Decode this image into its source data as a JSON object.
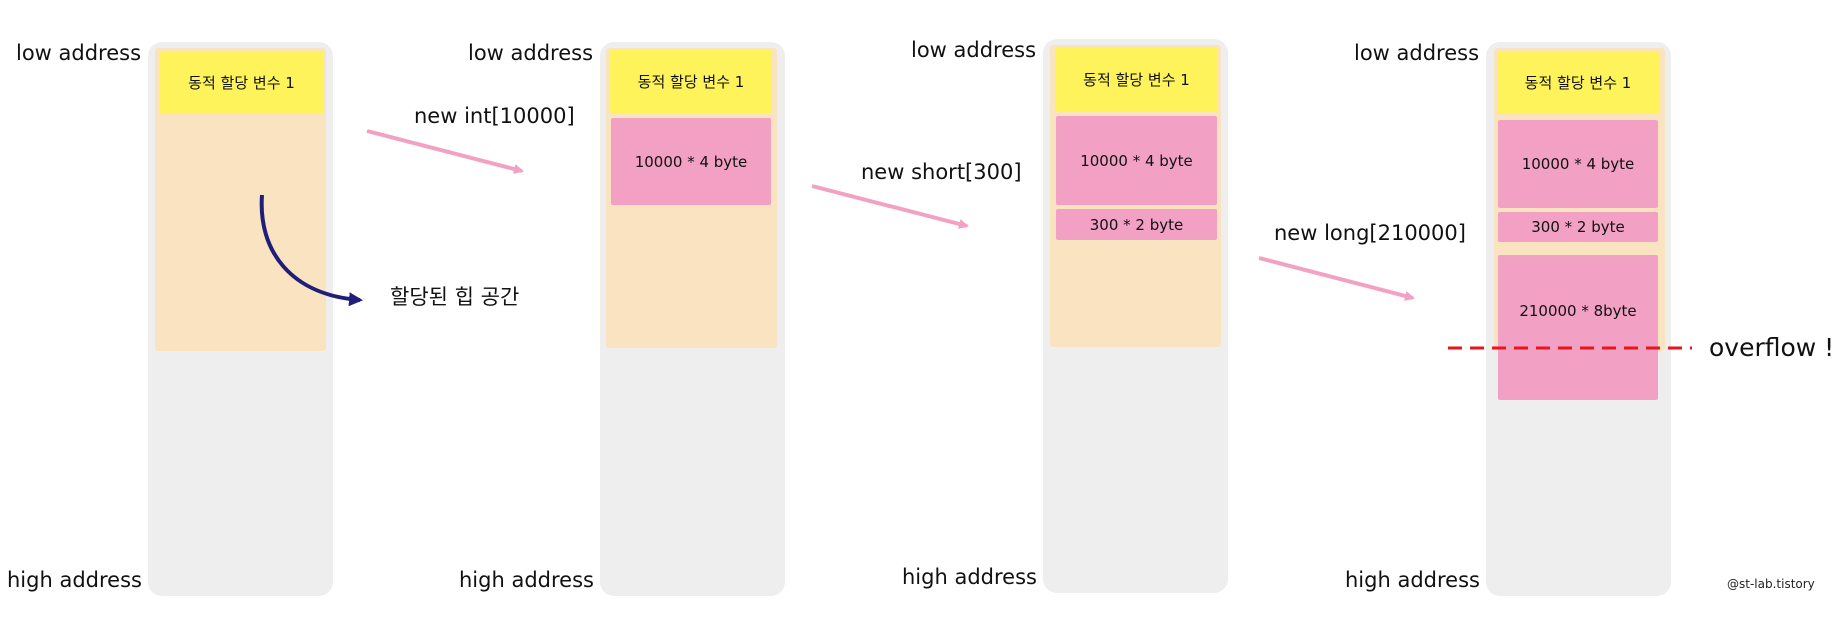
{
  "labels": {
    "low_address": "low address",
    "high_address": "high address",
    "variable": "동적 할당 변수 1",
    "heap_space": "할당된 힙 공간"
  },
  "operations": [
    "new int[10000]",
    "new short[300]",
    "new long[210000]"
  ],
  "blocks": {
    "int_alloc": "10000 * 4 byte",
    "short_alloc": "300 * 2 byte",
    "long_alloc": "210000 * 8byte"
  },
  "overflow_text": "overflow !",
  "credit": "@st-lab.tistory",
  "colors": {
    "memory_column": "#eeeeee",
    "heap_area": "#fae3c1",
    "variable_block": "#fef35b",
    "allocated_block": "#f2a0c4",
    "arrow_pink": "#f2a0c4",
    "arrow_navy": "#1f1f7a",
    "overflow_line": "#e8141e"
  }
}
